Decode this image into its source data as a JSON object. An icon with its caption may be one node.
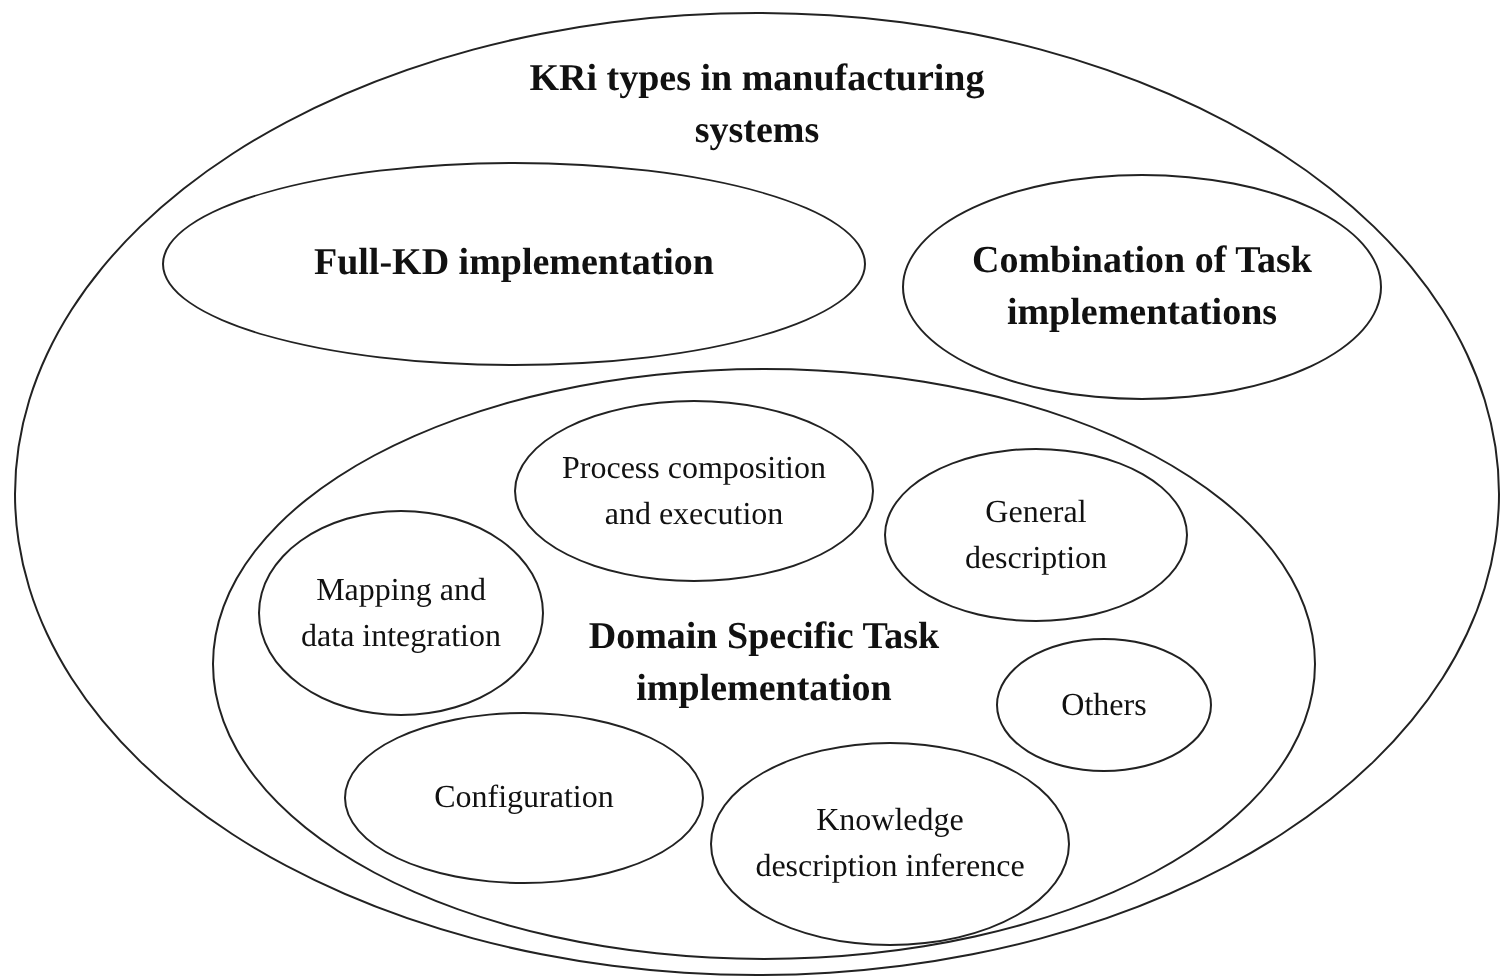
{
  "diagram": {
    "nodes": [
      {
        "text": [
          "KRi types in manufacturing systems"
        ]
      },
      {
        "text": [
          "Full-KD implementation"
        ],
        "in": 0
      },
      {
        "text": [
          "Combination of Task implementations"
        ],
        "in": 0
      },
      {
        "text": [
          "Domain Specific Task implementation"
        ],
        "in": 0
      },
      {
        "text": [
          "Process composition and execution"
        ],
        "in": 3
      },
      {
        "text": [
          "General description"
        ],
        "in": 3
      },
      {
        "text": [
          "Mapping and data integration"
        ],
        "in": 3
      },
      {
        "text": [
          "Others"
        ],
        "in": 3
      },
      {
        "text": [
          "Configuration"
        ],
        "in": 3
      },
      {
        "text": [
          "Knowledge description inference"
        ],
        "in": 3
      }
    ]
  }
}
